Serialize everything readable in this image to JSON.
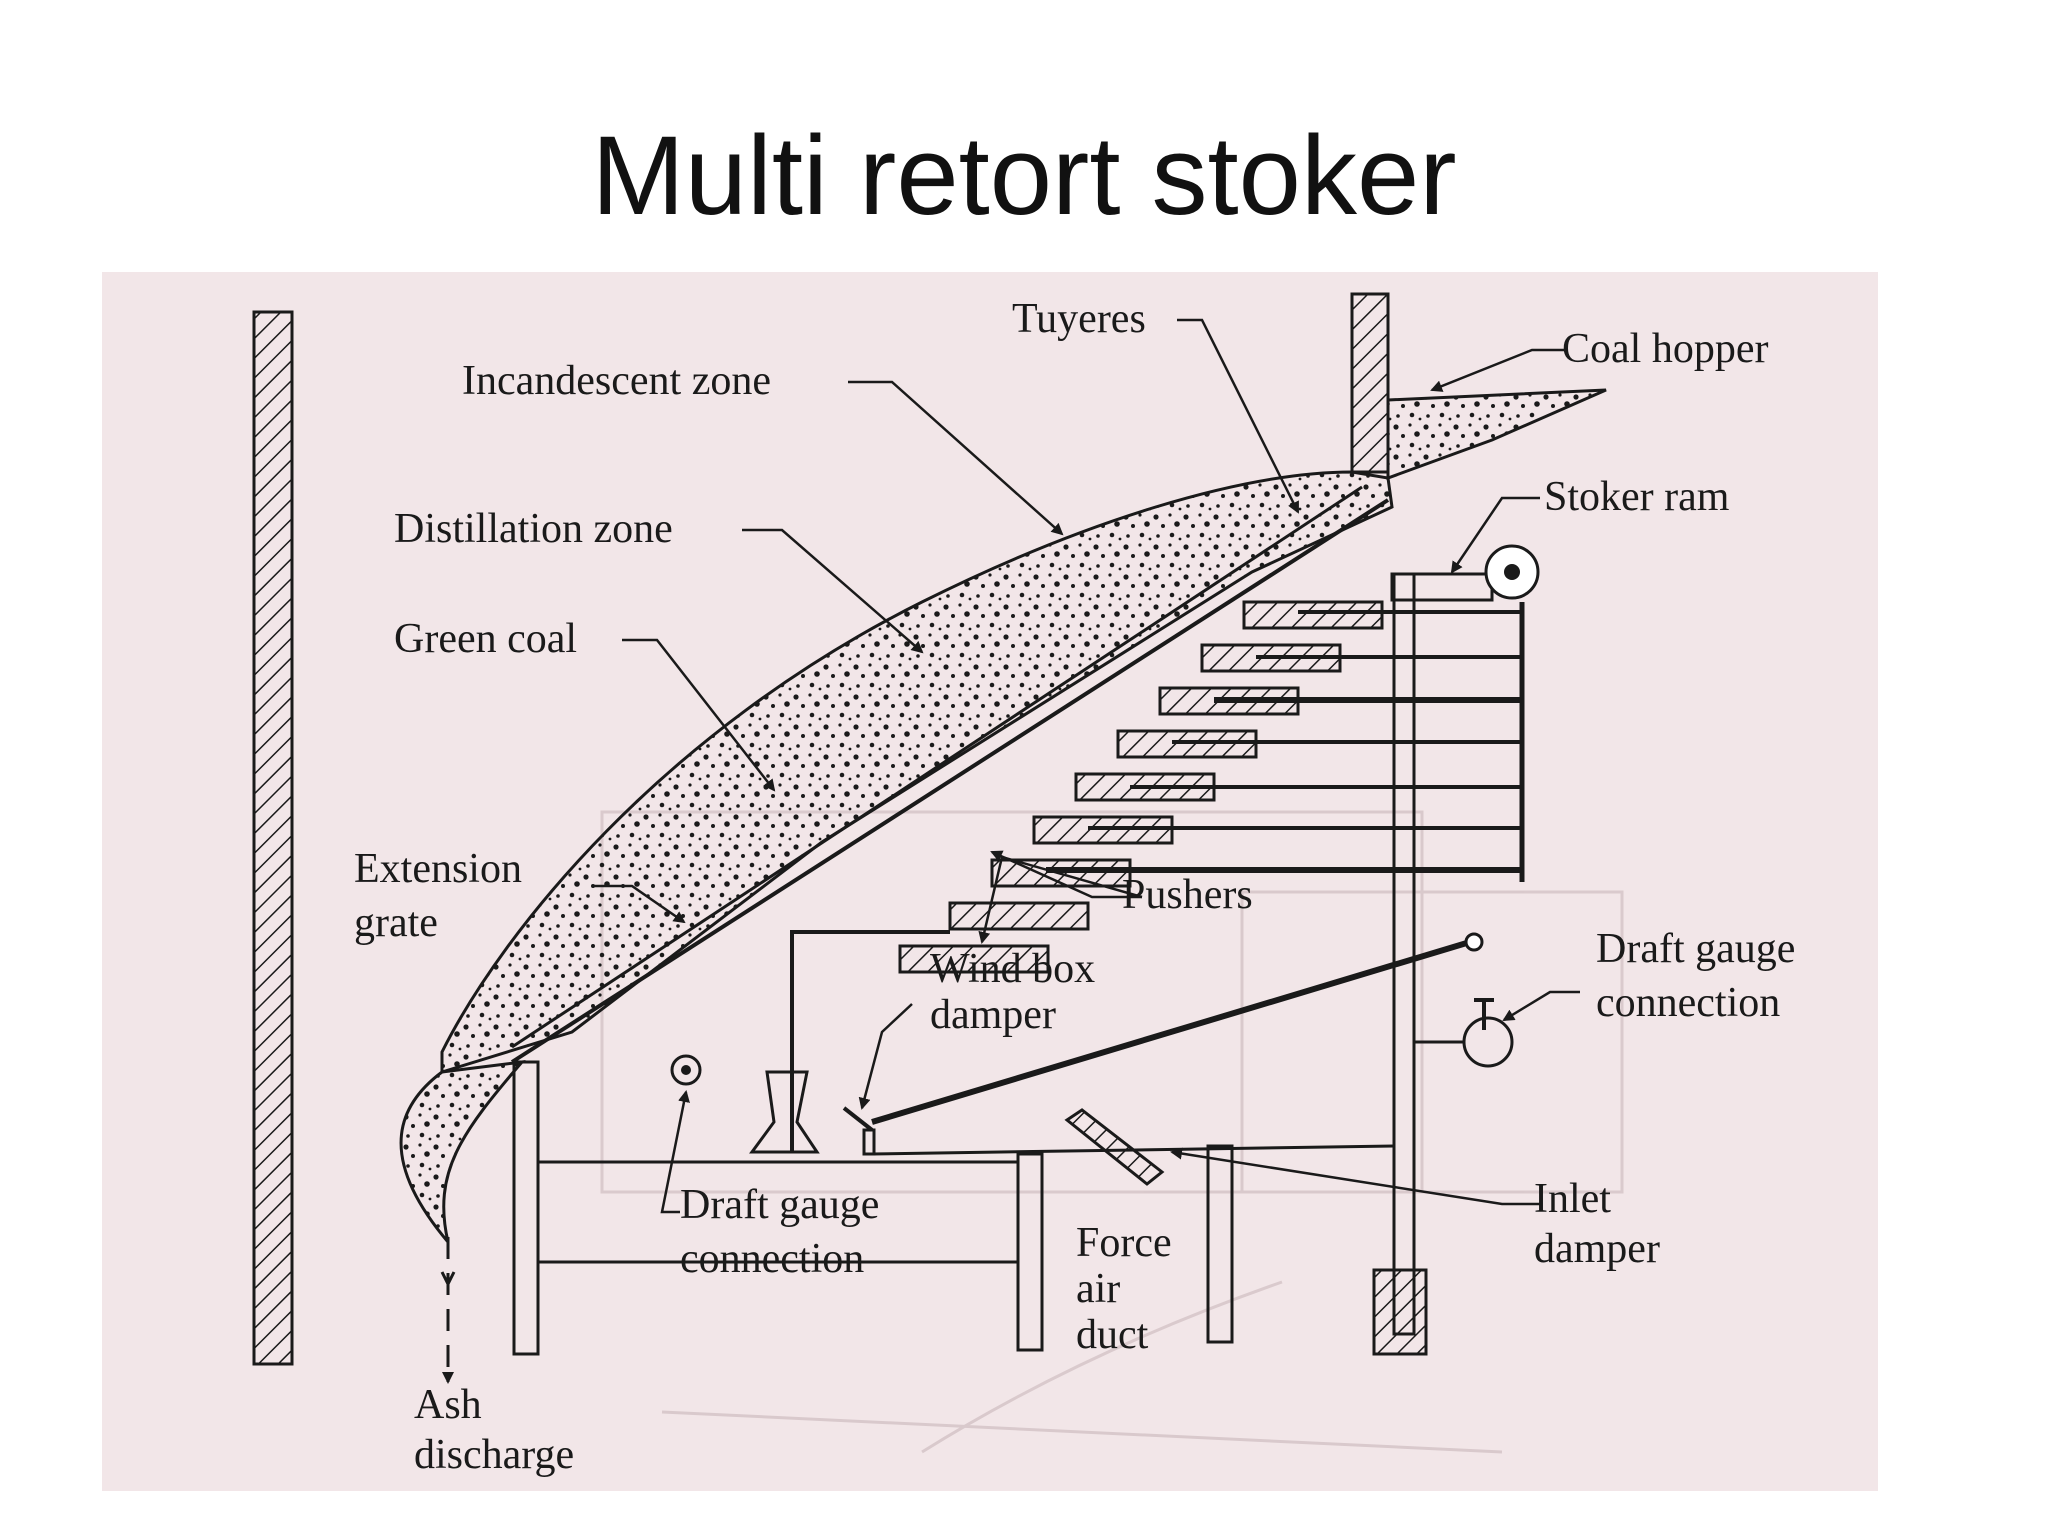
{
  "slide": {
    "title": "Multi retort stoker"
  },
  "diagram": {
    "labels": {
      "tuyeres": "Tuyeres",
      "coal_hopper": "Coal hopper",
      "incandescent_zone": "Incandescent zone",
      "distillation_zone": "Distillation zone",
      "stoker_ram": "Stoker ram",
      "green_coal": "Green coal",
      "extension_grate_line1": "Extension",
      "extension_grate_line2": "grate",
      "pushers": "Pushers",
      "wind_box_damper_line1": "Wind box",
      "wind_box_damper_line2": "damper",
      "draft_gauge_right_line1": "Draft gauge",
      "draft_gauge_right_line2": "connection",
      "draft_gauge_left_line1": "Draft gauge",
      "draft_gauge_left_line2": "connection",
      "force_air_duct_line1": "Force",
      "force_air_duct_line2": "air",
      "force_air_duct_line3": "duct",
      "inlet_damper_line1": "Inlet",
      "inlet_damper_line2": "damper",
      "ash_discharge_line1": "Ash",
      "ash_discharge_line2": "discharge"
    },
    "colors": {
      "paper": "#f2e6e8",
      "ink": "#1a1a1a",
      "bleed_through": "#c9b7bb"
    }
  }
}
